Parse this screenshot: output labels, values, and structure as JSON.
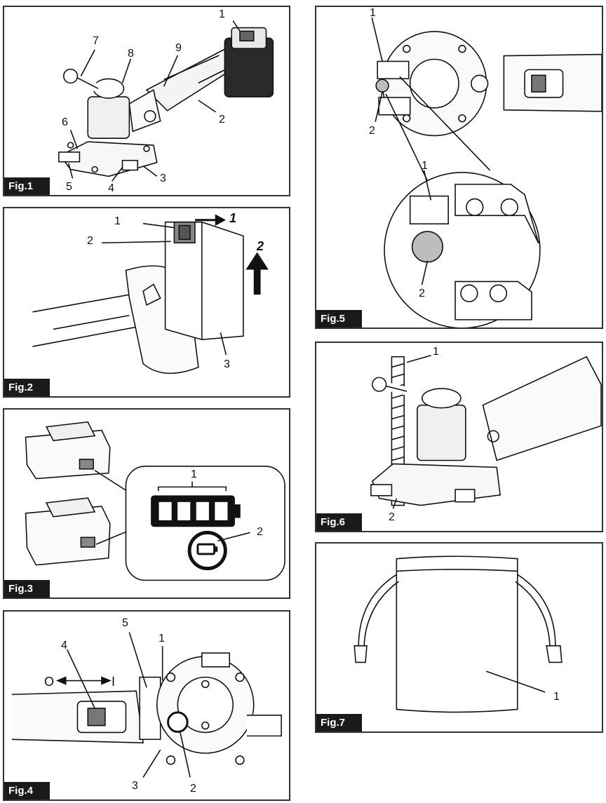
{
  "figures": [
    {
      "label": "Fig.1",
      "callouts": [
        "1",
        "2",
        "3",
        "4",
        "5",
        "6",
        "7",
        "8",
        "9"
      ]
    },
    {
      "label": "Fig.2",
      "callouts": [
        "1",
        "2",
        "3"
      ],
      "arrows": [
        "1",
        "2"
      ]
    },
    {
      "label": "Fig.3",
      "callouts": [
        "1",
        "2"
      ]
    },
    {
      "label": "Fig.4",
      "callouts": [
        "1",
        "2",
        "3",
        "4",
        "5"
      ],
      "switch": {
        "off": "O",
        "on": "I"
      }
    },
    {
      "label": "Fig.5",
      "callouts": [
        "1",
        "2",
        "1",
        "2"
      ]
    },
    {
      "label": "Fig.6",
      "callouts": [
        "1",
        "2"
      ]
    },
    {
      "label": "Fig.7",
      "callouts": [
        "1"
      ]
    }
  ],
  "colors": {
    "frame": "#333333",
    "label_bg": "#1a1a1a",
    "gray_fill": "#bdbdbd"
  }
}
